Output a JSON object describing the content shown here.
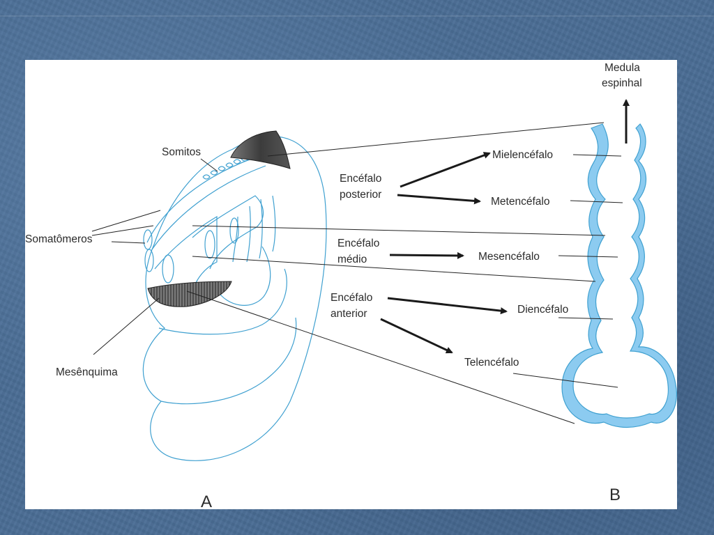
{
  "labels": {
    "somitos": "Somitos",
    "somatomeros": "Somatômeros",
    "mesenquima": "Mesênquima",
    "panel_a": "A",
    "panel_b": "B",
    "medula_line1": "Medula",
    "medula_line2": "espinhal",
    "posterior_line1": "Encéfalo",
    "posterior_line2": "posterior",
    "medio_line1": "Encéfalo",
    "medio_line2": "médio",
    "anterior_line1": "Encéfalo",
    "anterior_line2": "anterior",
    "mielencefalo": "Mielencéfalo",
    "metencefalo": "Metencéfalo",
    "mesencefalo": "Mesencéfalo",
    "diencefalo": "Diencéfalo",
    "telencefalo": "Telencéfalo"
  },
  "colors": {
    "background": "#4a6d95",
    "outline_blue": "#3fa0d0",
    "tube_fill": "#8ccbf0",
    "section_dark": "#555555"
  }
}
